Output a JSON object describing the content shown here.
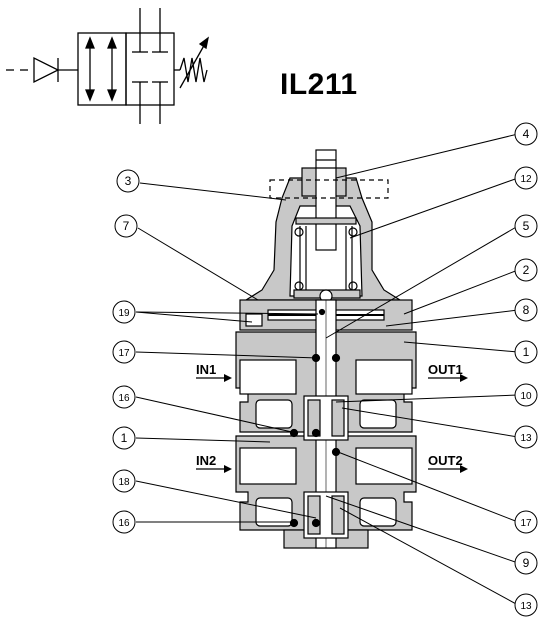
{
  "model": "IL211",
  "ports": {
    "in1": "IN1",
    "out1": "OUT1",
    "in2": "IN2",
    "out2": "OUT2"
  },
  "callouts": {
    "c1a": "1",
    "c1b": "1",
    "c2": "2",
    "c3": "3",
    "c4": "4",
    "c5": "5",
    "c7": "7",
    "c8": "8",
    "c9": "9",
    "c10": "10",
    "c12": "12",
    "c13a": "13",
    "c13b": "13",
    "c16a": "16",
    "c16b": "16",
    "c17a": "17",
    "c17b": "17",
    "c18": "18",
    "c19": "19"
  },
  "colors": {
    "body": "#c8c8c8",
    "line": "#000000",
    "background": "#ffffff"
  }
}
